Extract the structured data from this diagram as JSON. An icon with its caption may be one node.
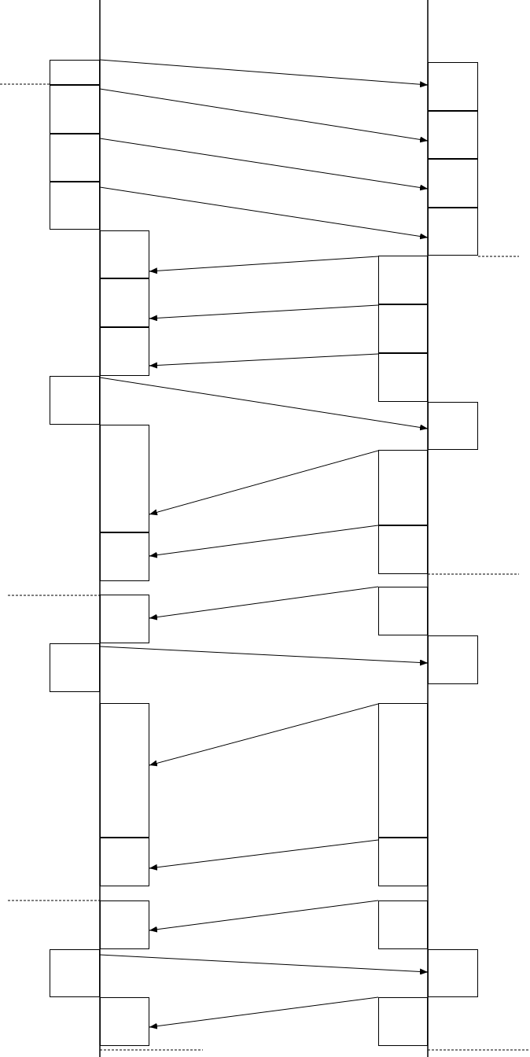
{
  "diagram": {
    "nodes": [
      {
        "text": [],
        "shape": "box"
      },
      {
        "text": [],
        "shape": "box"
      },
      {
        "text": [],
        "shape": "box"
      },
      {
        "text": [],
        "shape": "box"
      },
      {
        "text": [],
        "shape": "box"
      },
      {
        "text": [],
        "shape": "box"
      },
      {
        "text": [],
        "shape": "box"
      },
      {
        "text": [],
        "shape": "box"
      },
      {
        "text": [],
        "shape": "box"
      },
      {
        "text": [],
        "shape": "box"
      },
      {
        "text": [],
        "shape": "box"
      },
      {
        "text": [],
        "shape": "box"
      },
      {
        "text": [],
        "shape": "box"
      },
      {
        "text": [],
        "shape": "box"
      },
      {
        "text": [],
        "shape": "box"
      },
      {
        "text": [],
        "shape": "box"
      },
      {
        "text": [],
        "shape": "box"
      },
      {
        "text": [],
        "shape": "box"
      },
      {
        "text": [],
        "shape": "box"
      },
      {
        "text": [],
        "shape": "box"
      },
      {
        "text": [],
        "shape": "box"
      },
      {
        "text": [],
        "shape": "box"
      },
      {
        "text": [],
        "shape": "box"
      },
      {
        "text": [],
        "shape": "box"
      },
      {
        "text": [],
        "shape": "box"
      },
      {
        "text": [],
        "shape": "box"
      },
      {
        "text": [],
        "shape": "box"
      },
      {
        "text": [],
        "shape": "box"
      },
      {
        "text": [],
        "shape": "box"
      },
      {
        "text": [],
        "shape": "box"
      },
      {
        "text": [],
        "shape": "box"
      },
      {
        "text": [],
        "shape": "box"
      },
      {
        "text": [],
        "shape": "box"
      },
      {
        "text": [],
        "shape": "box"
      }
    ],
    "edges": [
      {
        "from": 0,
        "to": 1,
        "arrow": "to"
      },
      {
        "from": 2,
        "to": 3,
        "arrow": "to"
      },
      {
        "from": 4,
        "to": 5,
        "arrow": "to"
      },
      {
        "from": 6,
        "to": 7,
        "arrow": "to"
      },
      {
        "from": 9,
        "to": 8,
        "arrow": "to"
      },
      {
        "from": 11,
        "to": 10,
        "arrow": "to"
      },
      {
        "from": 13,
        "to": 12,
        "arrow": "to"
      },
      {
        "from": 14,
        "to": 15,
        "arrow": "to"
      },
      {
        "from": 17,
        "to": 16,
        "arrow": "to"
      },
      {
        "from": 18,
        "to": 19,
        "arrow": "to"
      },
      {
        "from": 20,
        "to": 21,
        "arrow": "to"
      },
      {
        "from": 23,
        "to": 22,
        "arrow": "to"
      },
      {
        "from": 25,
        "to": 24,
        "arrow": "to"
      },
      {
        "from": 27,
        "to": 26,
        "arrow": "to"
      },
      {
        "from": 29,
        "to": 28,
        "arrow": "to"
      },
      {
        "from": 30,
        "to": 31,
        "arrow": "to"
      },
      {
        "from": 33,
        "to": 32,
        "arrow": "to"
      }
    ]
  }
}
